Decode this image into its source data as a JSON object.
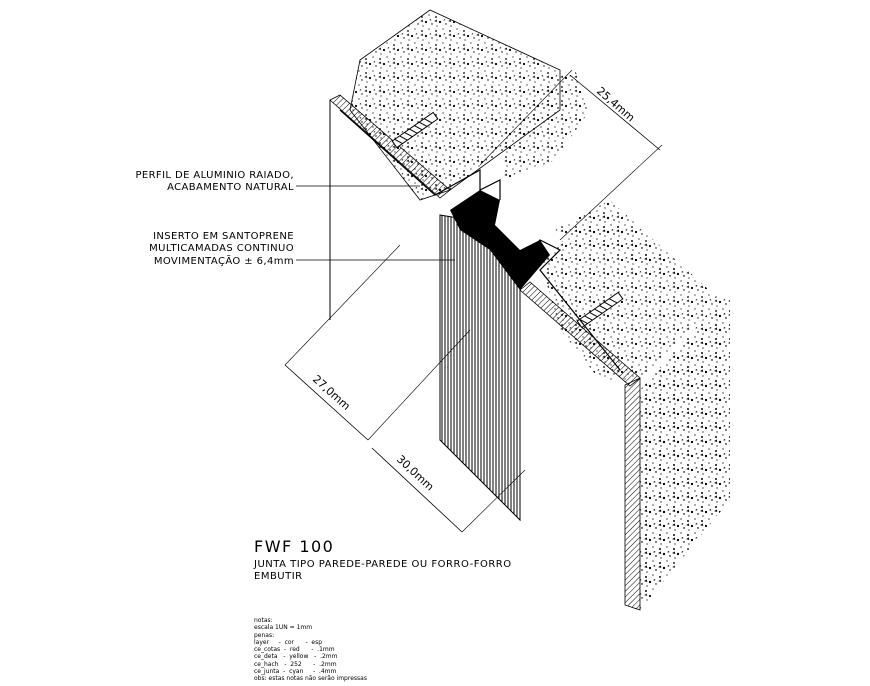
{
  "labels": {
    "aluminium_profile": [
      "PERFIL DE ALUMINIO RAIADO,",
      "ACABAMENTO NATURAL"
    ],
    "santoprene_insert": [
      "INSERTO EM SANTOPRENE",
      "MULTICAMADAS CONTINUO",
      "MOVIMENTAÇÃO ± 6,4mm"
    ]
  },
  "dimensions": {
    "top": "25,4mm",
    "left": "27,0mm",
    "bottom": "30,0mm"
  },
  "title": {
    "code": "FWF 100",
    "line1": "JUNTA TIPO PAREDE-PAREDE OU FORRO-FORRO",
    "line2": "EMBUTIR"
  },
  "notes": [
    "notas:",
    "escala 1UN = 1mm",
    "penas:",
    "layer     -  cor      -  esp",
    "ce_cotas  -  red      -  .1mm",
    "ce_deta   -  yellow   -  .2mm",
    "ce_hach   -  252      -  .2mm",
    "ce_junta  -  cyan     -  .4mm",
    "obs: estas notas não serão impressas"
  ]
}
